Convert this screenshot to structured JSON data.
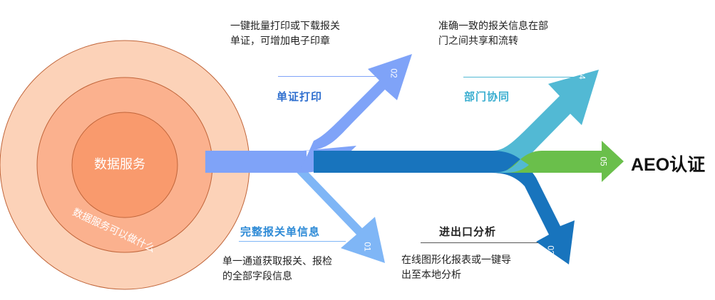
{
  "center": {
    "label": "数据服务",
    "ring_label": "数据服务可以做什么"
  },
  "target": {
    "label": "AEO认证"
  },
  "branches": [
    {
      "id": "01",
      "title": "完整报关单信息",
      "desc_lines": [
        "单一通道获取报关、报检",
        "的全部字段信息"
      ],
      "color": "#7fb6f6",
      "title_color": "#2d8ad6"
    },
    {
      "id": "02",
      "title": "单证打印",
      "desc_lines": [
        "一键批量打印或下载报关",
        "单证，可增加电子印章"
      ],
      "color": "#7fa3f8",
      "title_color": "#2f6fcf"
    },
    {
      "id": "03",
      "title": "进出口分析",
      "desc_lines": [
        "在线图形化报表或一键导",
        "出至本地分析"
      ],
      "color": "#1874bd",
      "title_color": "#222222"
    },
    {
      "id": "04",
      "title": "部门协同",
      "desc_lines": [
        "准确一致的报关信息在部",
        "门之间共享和流转"
      ],
      "color": "#52b9d4",
      "title_color": "#3aaed0"
    },
    {
      "id": "05",
      "title": "",
      "desc_lines": [],
      "color": "#6abf4b",
      "title_color": "#222222"
    }
  ],
  "colors": {
    "outer_ring": "#fcd2b8",
    "middle_ring": "#fbb18e",
    "inner_circle": "#f99a6d",
    "ring_stroke": "#c0653a",
    "main_stem": "#7fa3f8",
    "main_flow": "#1874bd"
  }
}
